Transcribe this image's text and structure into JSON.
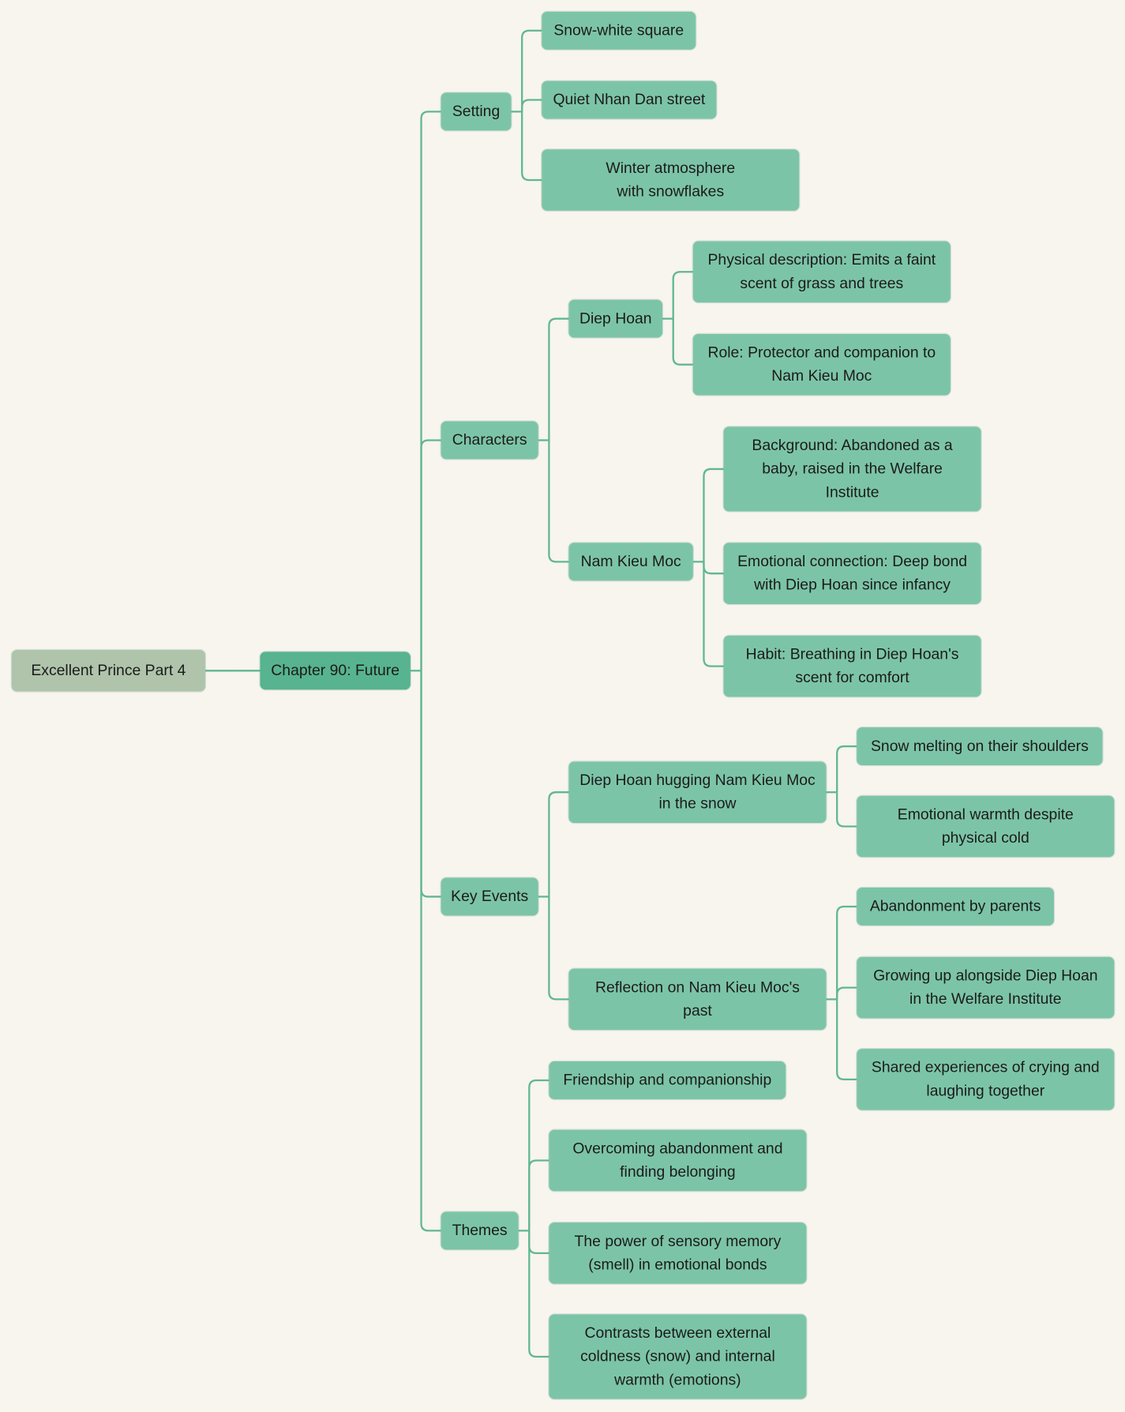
{
  "root": "Excellent Prince Part 4",
  "chapter": "Chapter 90: Future",
  "setting": {
    "label": "Setting",
    "items": [
      "Snow-white square",
      "Quiet Nhan Dan street",
      "Winter atmosphere with snowflakes"
    ]
  },
  "characters": {
    "label": "Characters",
    "diep_hoan": {
      "label": "Diep Hoan",
      "items": [
        "Physical description: Emits a faint scent of grass and trees",
        "Role: Protector and companion to Nam Kieu Moc"
      ]
    },
    "nam_kieu_moc": {
      "label": "Nam Kieu Moc",
      "items": [
        "Background: Abandoned as a baby, raised in the Welfare Institute",
        "Emotional connection: Deep bond with Diep Hoan since infancy",
        "Habit: Breathing in Diep Hoan's scent for comfort"
      ]
    }
  },
  "key_events": {
    "label": "Key Events",
    "hugging": {
      "label": "Diep Hoan hugging Nam Kieu Moc in the snow",
      "items": [
        "Snow melting on their shoulders",
        "Emotional warmth despite physical cold"
      ]
    },
    "reflection": {
      "label": "Reflection on Nam Kieu Moc's past",
      "items": [
        "Abandonment by parents",
        "Growing up alongside Diep Hoan in the Welfare Institute",
        "Shared experiences of crying and laughing together"
      ]
    }
  },
  "themes": {
    "label": "Themes",
    "items": [
      "Friendship and companionship",
      "Overcoming abandonment and finding belonging",
      "The power of sensory memory (smell) in emotional bonds",
      "Contrasts between external coldness (snow) and internal warmth (emotions)"
    ]
  },
  "colors": {
    "root": "#afc4ab",
    "chapter": "#57b390",
    "node": "#7cc4a8",
    "line": "#5fb792",
    "background": "#f8f4ee"
  }
}
